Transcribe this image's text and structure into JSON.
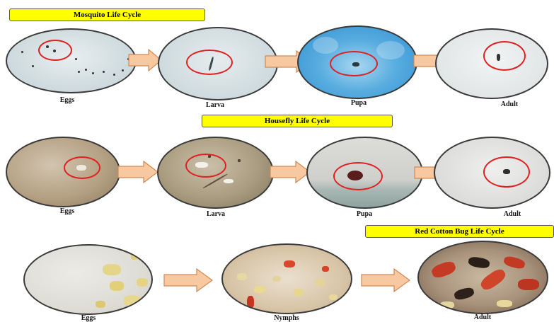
{
  "mosquito": {
    "title": "Mosquito Life Cycle",
    "stages": [
      "Eggs",
      "Larva",
      "Pupa",
      "Adult"
    ]
  },
  "housefly": {
    "title": "Housefly Life Cycle",
    "stages": [
      "Eggs",
      "Larva",
      "Pupa",
      "Adult"
    ]
  },
  "cotton_bug": {
    "title": "Red Cotton Bug Life Cycle",
    "stages": [
      "Eggs",
      "Nymphs",
      "Adult"
    ]
  },
  "colors": {
    "title_fill": "#ffff00",
    "arrow_fill": "#f8c9a0",
    "arrow_stroke": "#d08a55",
    "highlight_ring": "#e02020"
  },
  "icons": [
    "arrow-right-icon",
    "highlight-circle-icon"
  ]
}
